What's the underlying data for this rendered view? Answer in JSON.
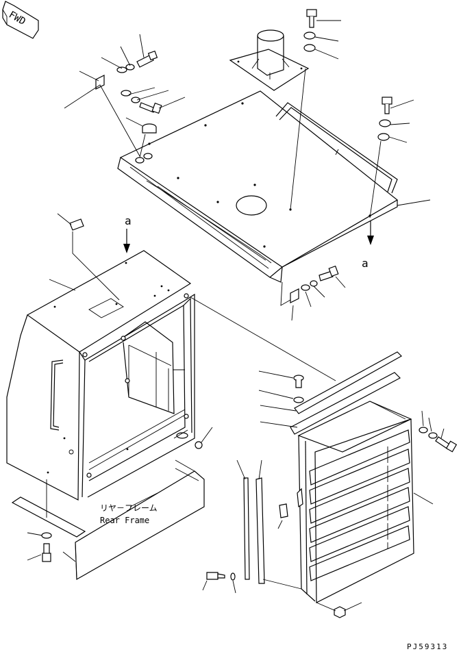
{
  "fwd_label": "FWD",
  "callouts": {
    "view_upper": "a",
    "view_lower": "a"
  },
  "part_name": {
    "japanese": "リヤ－フレーム",
    "english": "Rear Frame"
  },
  "drawing_code": "PJ59313"
}
